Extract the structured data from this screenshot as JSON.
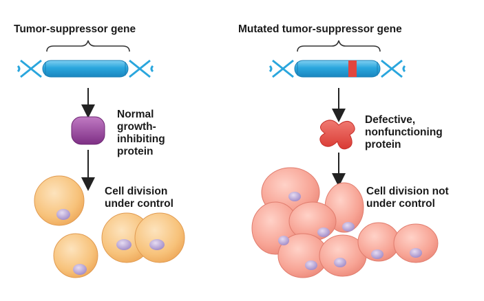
{
  "left": {
    "title": "Tumor-suppressor gene",
    "protein_label": [
      "Normal",
      "growth-",
      "inhibiting",
      "protein"
    ],
    "outcome_label": [
      "Cell division",
      "under control"
    ]
  },
  "right": {
    "title": "Mutated tumor-suppressor gene",
    "protein_label": [
      "Defective,",
      "nonfunctioning",
      "protein"
    ],
    "outcome_label": [
      "Cell division not",
      "under control"
    ]
  },
  "colors": {
    "gene": "#2aa6dd",
    "gene_dark": "#1b7fb5",
    "mutation": "#e2453e",
    "normal_protein": "#8e3f93",
    "defective_protein": "#e2453e",
    "normal_cell": "#f7c27a",
    "tumor_cell": "#f59a8c",
    "nucleus": "#b9a6d6"
  }
}
